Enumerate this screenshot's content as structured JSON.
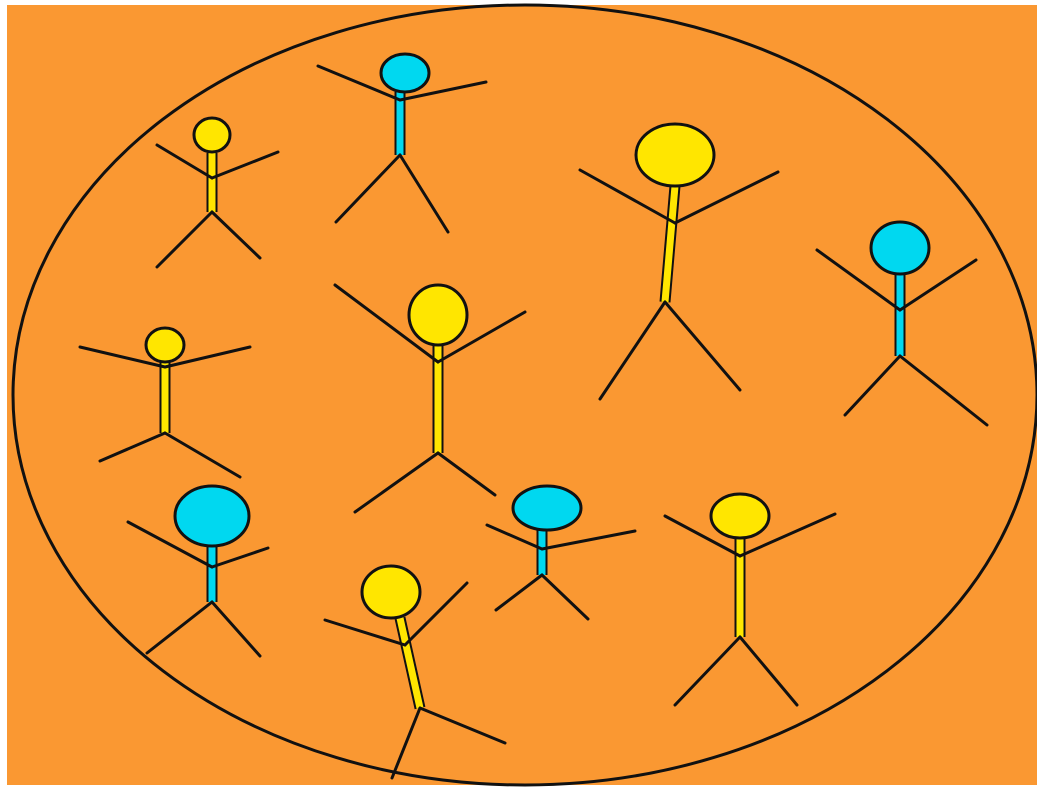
{
  "colors": {
    "background": "#ffffff",
    "panel": "#fa9832",
    "outline": "#111111",
    "yellow": "#ffe600",
    "cyan": "#00d8f0"
  },
  "figures": [
    {
      "id": "figure-1",
      "color": "yellow"
    },
    {
      "id": "figure-2",
      "color": "cyan"
    },
    {
      "id": "figure-3",
      "color": "yellow"
    },
    {
      "id": "figure-4",
      "color": "cyan"
    },
    {
      "id": "figure-5",
      "color": "yellow"
    },
    {
      "id": "figure-6",
      "color": "yellow"
    },
    {
      "id": "figure-7",
      "color": "cyan"
    },
    {
      "id": "figure-8",
      "color": "cyan"
    },
    {
      "id": "figure-9",
      "color": "yellow"
    },
    {
      "id": "figure-10",
      "color": "yellow"
    }
  ]
}
